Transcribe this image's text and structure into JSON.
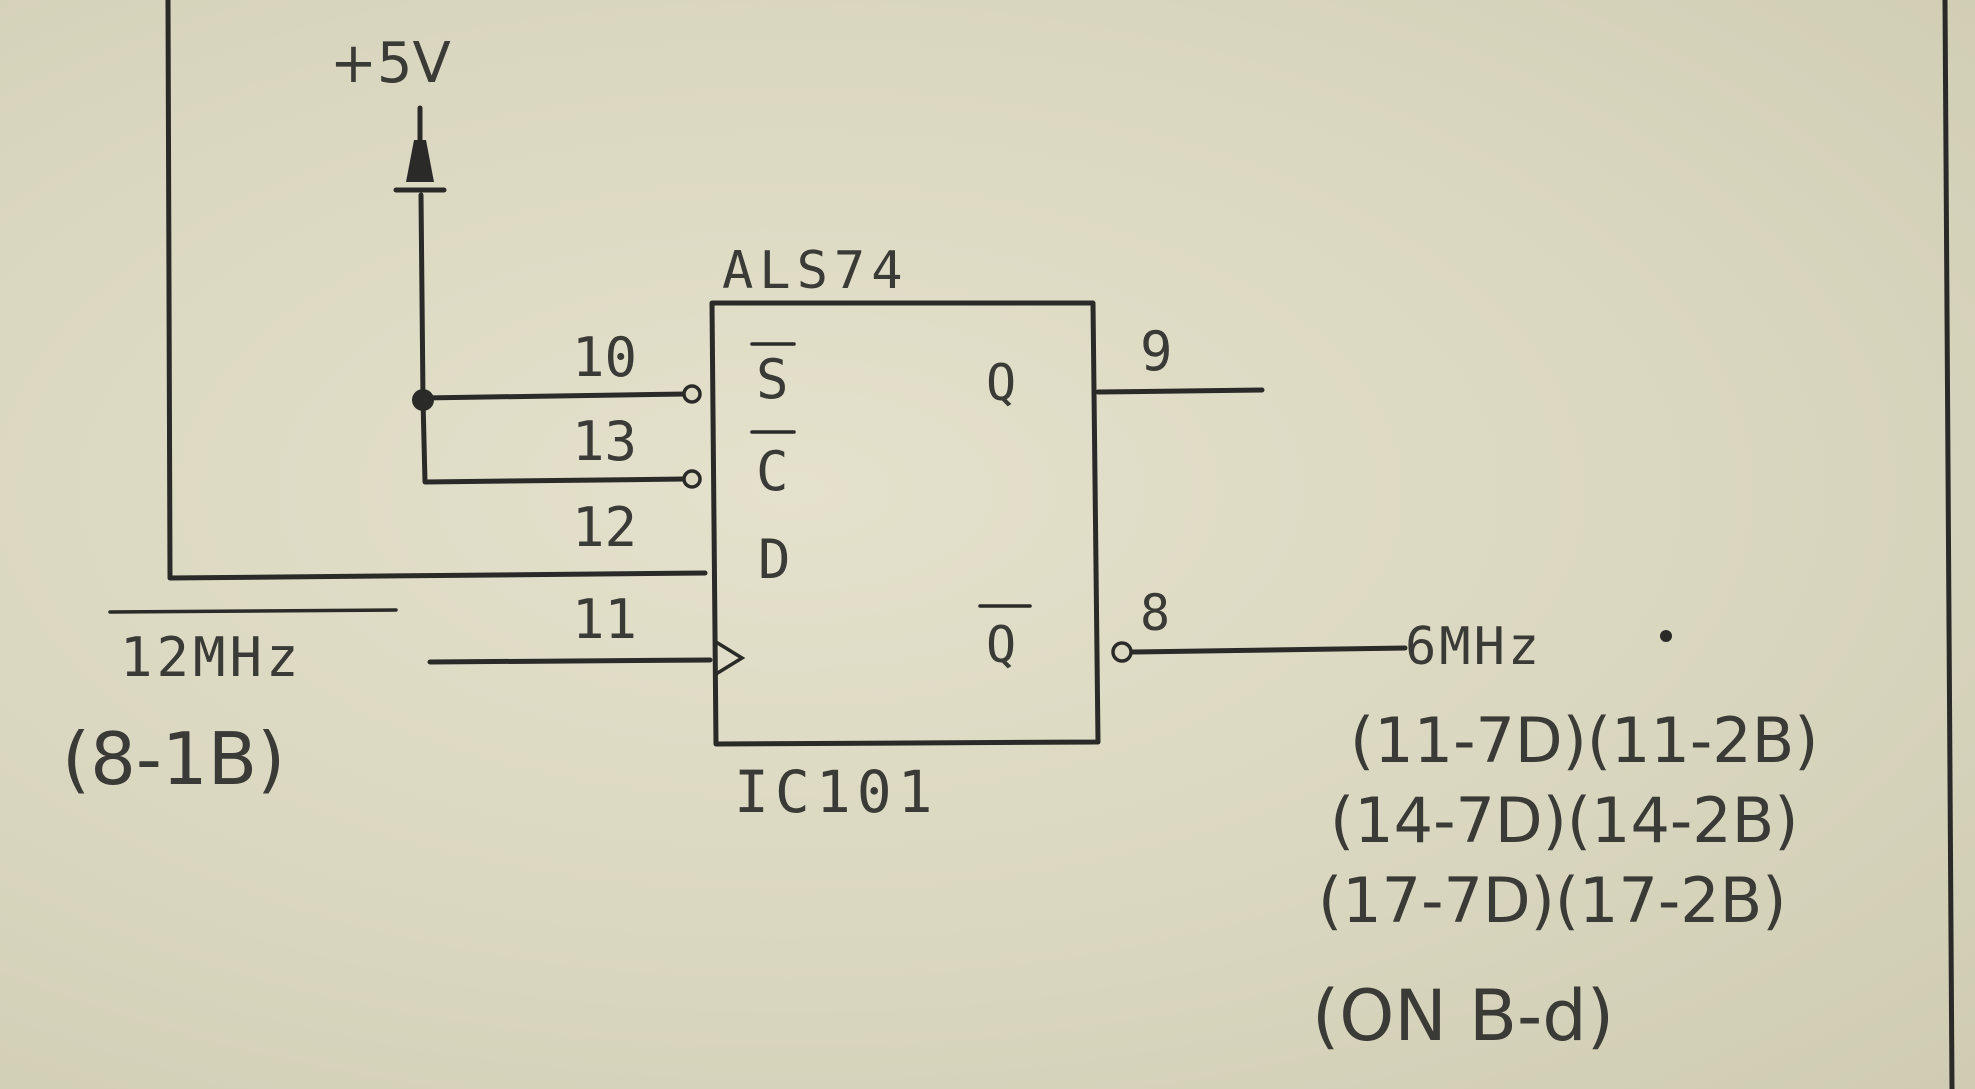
{
  "power": {
    "label": "+5V"
  },
  "chip": {
    "type": "ALS74",
    "ref": "IC101",
    "pins": {
      "set_n": {
        "number": "10",
        "name": "S"
      },
      "clear_n": {
        "number": "13",
        "name": "C"
      },
      "data": {
        "number": "12",
        "name": "D"
      },
      "clock": {
        "number": "11"
      },
      "q": {
        "number": "9",
        "name": "Q"
      },
      "q_n": {
        "number": "8",
        "name": "Q"
      }
    }
  },
  "input_signal": {
    "label": "12MHz",
    "ref": "(8-1B)"
  },
  "output_signal": {
    "label": "6MHz",
    "refs": [
      "(11-7D)(11-2B)",
      "(14-7D)(14-2B)",
      "(17-7D)(17-2B)",
      "(ON B-d)"
    ]
  },
  "colors": {
    "paper": "#dcd9c3",
    "ink": "#2a2a28"
  }
}
